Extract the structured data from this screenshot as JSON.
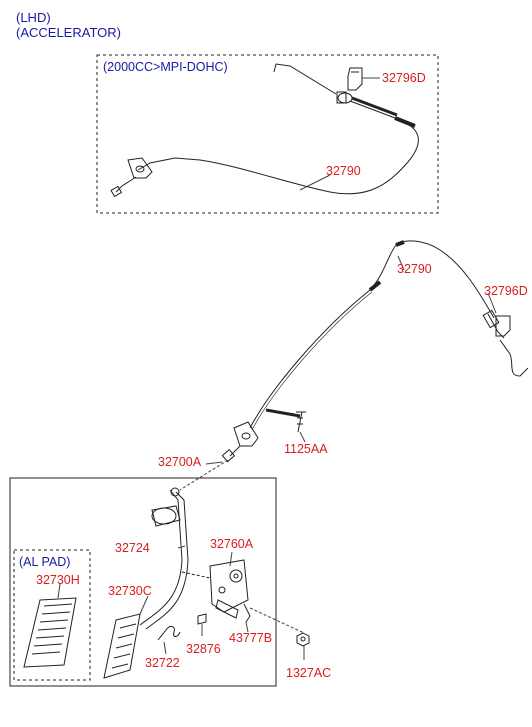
{
  "header": {
    "line1": "(LHD)",
    "line2": "(ACCELERATOR)"
  },
  "boxes": {
    "engine_variant": "(2000CC>MPI-DOHC)",
    "pad_variant": "(AL PAD)"
  },
  "labels": {
    "top_bracket": "32796D",
    "top_cable": "32790",
    "main_cable": "32790",
    "main_bracket": "32796D",
    "bolt": "1125AA",
    "pedal_assy": "32700A",
    "pedal_arm": "32724",
    "bracket": "32760A",
    "pad_al": "32730H",
    "pad": "32730C",
    "spring": "32722",
    "stopper": "32876",
    "clip": "43777B",
    "nut": "1327AC"
  },
  "colors": {
    "part_number": "#d81e1e",
    "caption": "#1a1aa6",
    "line_art": "#222222"
  }
}
